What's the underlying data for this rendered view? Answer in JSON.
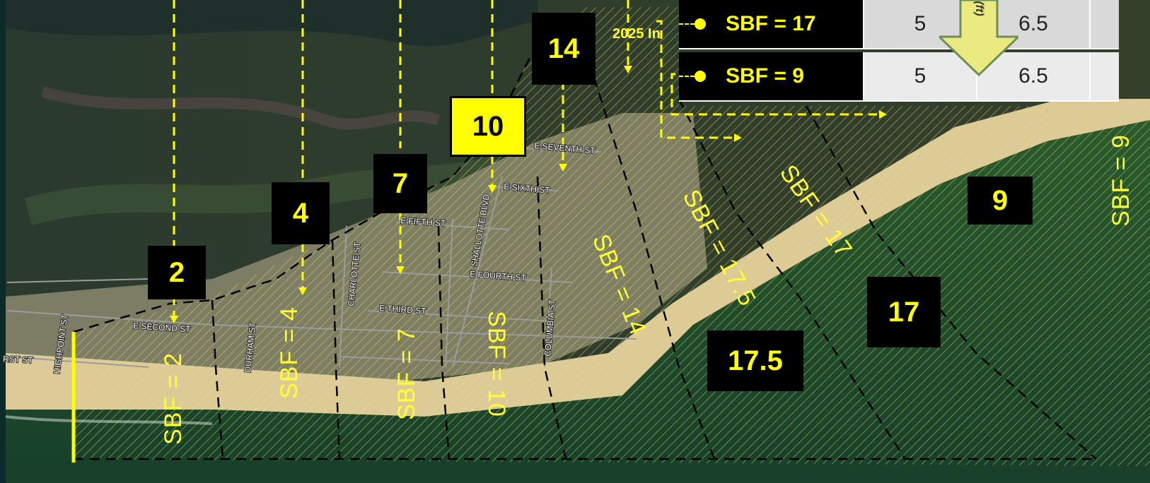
{
  "map": {
    "zones": [
      {
        "label": "2",
        "sbf": "SBF = 2"
      },
      {
        "label": "4",
        "sbf": "SBF = 4"
      },
      {
        "label": "7",
        "sbf": "SBF = 7"
      },
      {
        "label": "10",
        "sbf": "SBF = 10"
      },
      {
        "label": "14",
        "sbf": "SBF = 14"
      },
      {
        "label": "17.5",
        "sbf": "SBF = 17.5"
      },
      {
        "label": "17",
        "sbf": "SBF = 17"
      },
      {
        "label": "9",
        "sbf": "SBF = 9"
      }
    ],
    "streets": {
      "seventh": "E SEVENTH ST",
      "sixth": "E SIXTH ST",
      "fifth": "E FIFTH ST",
      "fourth": "E FOURTH ST",
      "third": "E THIRD ST",
      "second": "E SECOND ST",
      "first": "RST ST",
      "highpoint": "HIGHPOINT ST",
      "durham": "DURHAM ST",
      "charlotte": "CHARLOTTE ST",
      "shallotte": "SHALLOTTE BLVD",
      "columbia": "COLUMBIA ST"
    },
    "inlet_label": "2025 In",
    "colors": {
      "accent": "#ffff00",
      "box_bg": "#000000",
      "highlight_box": "#ffff00",
      "beach": "#e6d6a6",
      "ocean": "#1b4a2c",
      "marsh": "#2f3a2a"
    }
  },
  "legend": {
    "rows": [
      {
        "key": "SBF = 17",
        "v1": "5",
        "v2": "6.5"
      },
      {
        "key": "SBF = 9",
        "v1": "5",
        "v2": "6.5"
      }
    ],
    "arrow_text": "(ft)"
  }
}
